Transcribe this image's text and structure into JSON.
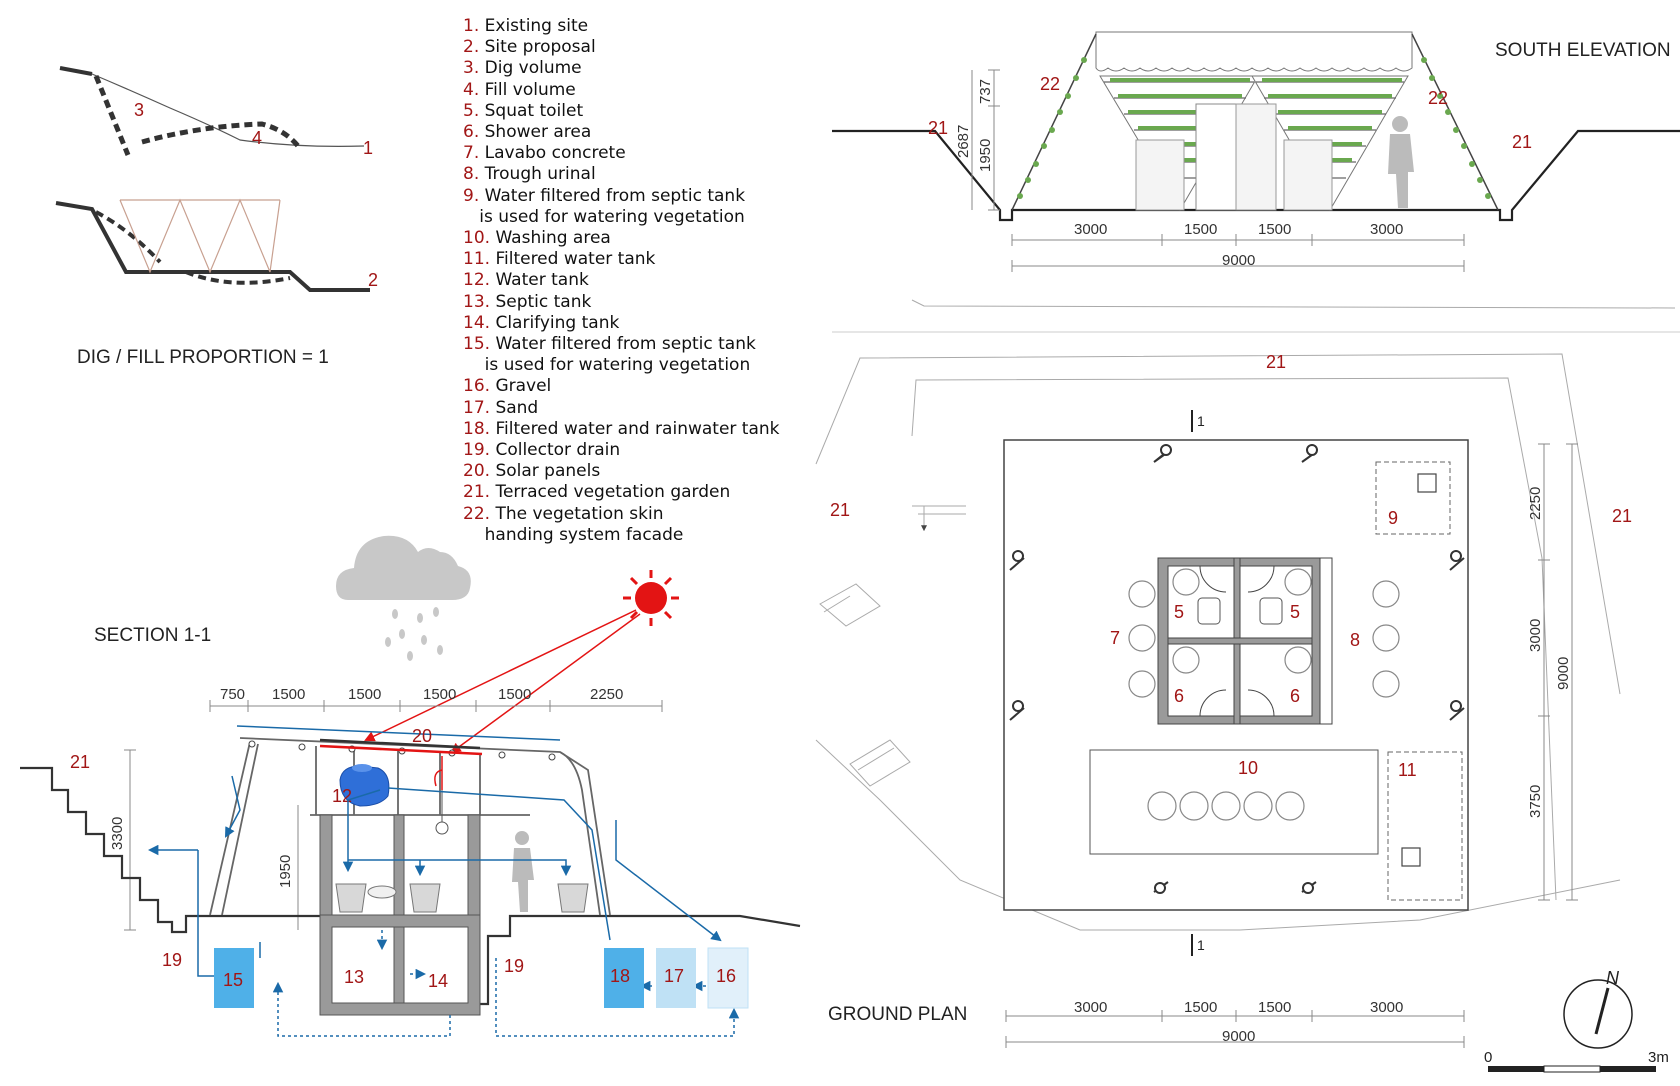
{
  "legend": [
    {
      "n": "1.",
      "t": "Existing site"
    },
    {
      "n": "2.",
      "t": "Site proposal"
    },
    {
      "n": "3.",
      "t": "Dig volume"
    },
    {
      "n": "4.",
      "t": "Fill volume"
    },
    {
      "n": "5.",
      "t": "Squat toilet"
    },
    {
      "n": "6.",
      "t": "Shower area"
    },
    {
      "n": "7.",
      "t": "Lavabo concrete"
    },
    {
      "n": "8.",
      "t": "Trough urinal"
    },
    {
      "n": "9.",
      "t": "Water filtered from septic tank",
      "t2": "is used for watering vegetation"
    },
    {
      "n": "10.",
      "t": "Washing area"
    },
    {
      "n": "11.",
      "t": "Filtered water tank"
    },
    {
      "n": "12.",
      "t": "Water tank"
    },
    {
      "n": "13.",
      "t": "Septic tank"
    },
    {
      "n": "14.",
      "t": "Clarifying tank"
    },
    {
      "n": "15.",
      "t": "Water filtered from septic tank",
      "t2": "is used for watering vegetation"
    },
    {
      "n": "16.",
      "t": "Gravel"
    },
    {
      "n": "17.",
      "t": "Sand"
    },
    {
      "n": "18.",
      "t": "Filtered water and rainwater tank"
    },
    {
      "n": "19.",
      "t": "Collector drain"
    },
    {
      "n": "20.",
      "t": "Solar panels"
    },
    {
      "n": "21.",
      "t": "Terraced vegetation garden"
    },
    {
      "n": "22.",
      "t": "The vegetation skin",
      "t2": "handing system facade"
    }
  ],
  "titles": {
    "dig_fill": "DIG / FILL PROPORTION = 1",
    "section": "SECTION 1-1",
    "elevation": "SOUTH ELEVATION",
    "plan": "GROUND PLAN"
  },
  "dig_labels": {
    "dig": "3",
    "fill": "4",
    "existing": "1",
    "proposal": "2"
  },
  "section": {
    "dims_top": [
      "750",
      "1500",
      "1500",
      "1500",
      "1500",
      "2250"
    ],
    "dim_height": "3300",
    "dim_room": "1950",
    "labels": {
      "terrace": "21",
      "panels": "20",
      "water_tank": "12",
      "septic": "13",
      "clarify": "14",
      "drain_left": "19",
      "drain_right": "19",
      "filtered": "15",
      "rain_tank": "18",
      "sand": "17",
      "gravel": "16"
    }
  },
  "elevation": {
    "dims_bottom": [
      "3000",
      "1500",
      "1500",
      "3000"
    ],
    "dim_total": "9000",
    "dims_left": [
      "737",
      "2687",
      "1950"
    ],
    "labels": {
      "skin_left": "22",
      "skin_right": "22",
      "garden_left": "21",
      "garden_right": "21"
    }
  },
  "plan": {
    "dims_bottom": [
      "3000",
      "1500",
      "1500",
      "3000"
    ],
    "dim_total": "9000",
    "dims_right": [
      "2250",
      "3000",
      "3750"
    ],
    "dim_right_total": "9000",
    "section_marks": [
      "1",
      "1"
    ],
    "labels": {
      "garden_top": "21",
      "garden_left": "21",
      "garden_right": "21",
      "filter_box": "9",
      "lavabo": "7",
      "urinal": "8",
      "toilet_a": "5",
      "toilet_b": "5",
      "shower_a": "6",
      "shower_b": "6",
      "washing": "10",
      "tank": "11"
    },
    "north": "N",
    "scale": [
      "0",
      "3m"
    ]
  },
  "colors": {
    "label_red": "#a11616",
    "water_blue": "#1a6aa8",
    "tank_blue": "#4fb0e8",
    "tank_light": "#bfe1f5",
    "tank_pale": "#e1f0fa",
    "sun_red": "#e31414",
    "cloud_gray": "#c8c8c8",
    "wall_gray": "#9a9a9a",
    "plant_green": "#6aa84f"
  }
}
